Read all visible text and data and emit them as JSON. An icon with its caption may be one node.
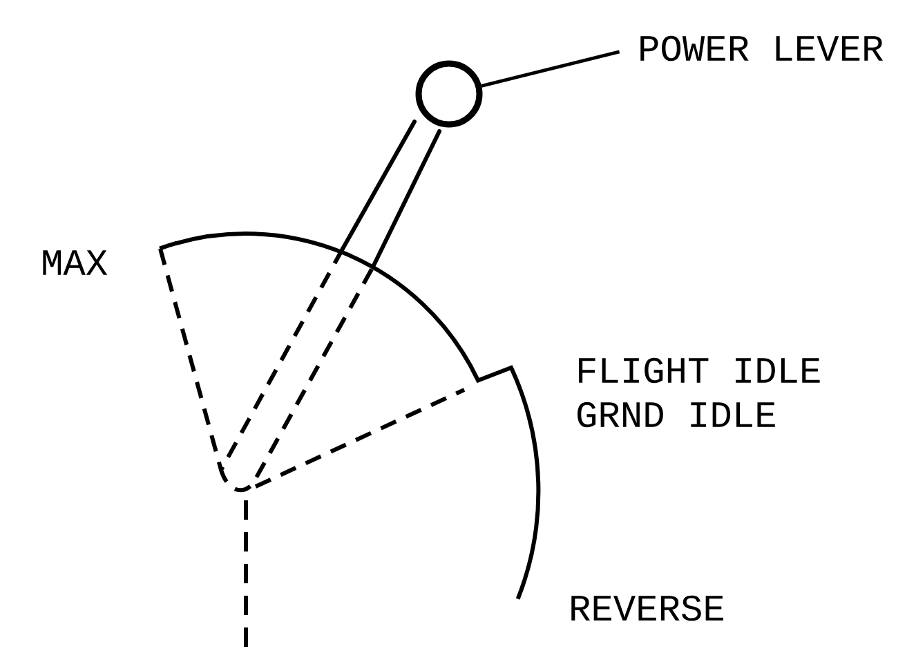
{
  "diagram": {
    "nodes": [
      {
        "text": [
          "POWER LEVER"
        ]
      },
      {
        "text": [],
        "shape": "circle"
      }
    ],
    "edges": [
      {
        "from": 0,
        "to": 1,
        "arrow": "none"
      }
    ],
    "labels": [
      "MAX",
      "FLIGHT IDLE",
      "GRND IDLE",
      "REVERSE"
    ]
  }
}
